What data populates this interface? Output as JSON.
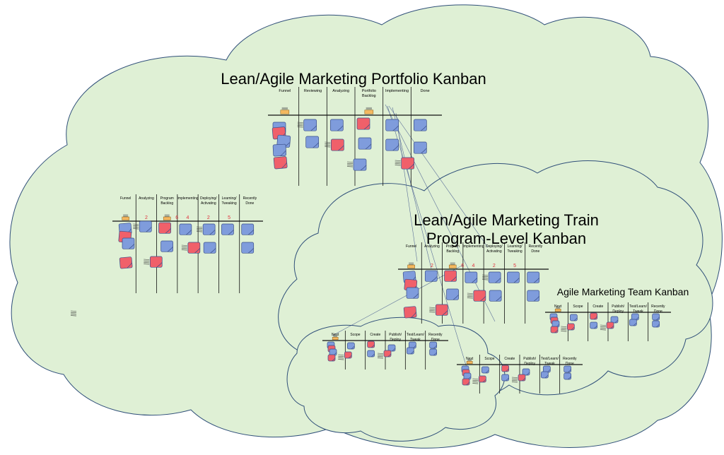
{
  "colors": {
    "cloud_fill": "#dff0d5",
    "cloud_stroke": "#2f4f79",
    "blue_card": "#7f9cdc",
    "red_card": "#f0606a",
    "card_stroke": "#3a4f8a",
    "wip_limit": "#e0303a",
    "backlog_icon": "#f4b860"
  },
  "portfolio": {
    "title": "Lean/Agile Marketing Portfolio Kanban",
    "columns": [
      "Funnel",
      "Reviewing",
      "Analyzing",
      "Portfolio Backlog",
      "Implementing",
      "Done"
    ]
  },
  "program_left": {
    "columns": [
      "Funnel",
      "Analyzing",
      "Program Backlog",
      "Implementing",
      "Deploying/ Activating",
      "Learning/ Tweaking",
      "Recently Done"
    ],
    "wip_limits": [
      "2",
      "6",
      "4",
      "2",
      "5"
    ]
  },
  "program_right": {
    "title_line1": "Lean/Agile Marketing Train",
    "title_line2": "Program-Level Kanban",
    "columns": [
      "Funnel",
      "Analyzing",
      "Program Backlog",
      "Implementing",
      "Deploying/ Activating",
      "Learning/ Tweaking",
      "Recently Done"
    ],
    "wip_limits": [
      "2",
      "6",
      "4",
      "2",
      "5"
    ]
  },
  "team": {
    "title": "Agile Marketing Team Kanban",
    "columns": [
      "Next",
      "Scope",
      "Create",
      "Publish/ Deploy",
      "Test/Learn/ Tweak",
      "Recently Done"
    ]
  }
}
